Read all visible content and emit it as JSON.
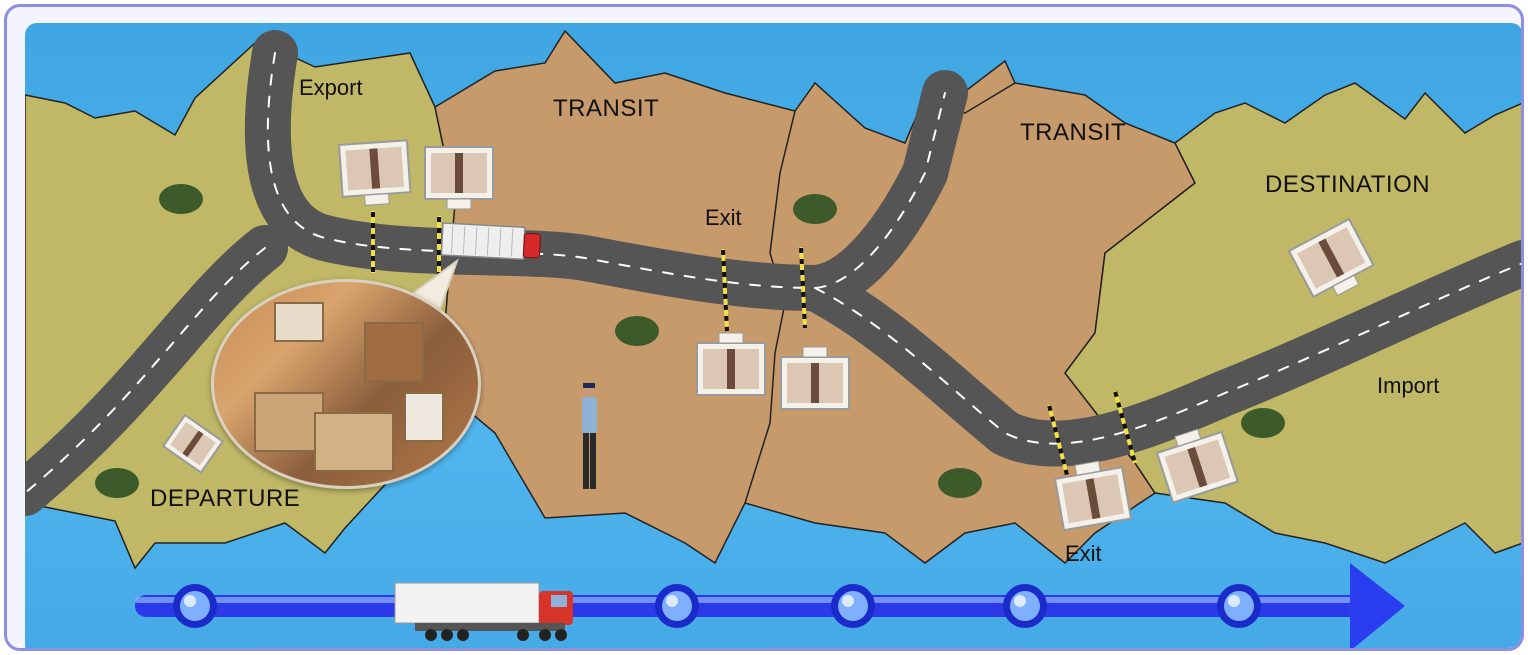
{
  "labels": {
    "export": "Export",
    "transit_left": "TRANSIT",
    "transit_right": "TRANSIT",
    "exit_top": "Exit",
    "exit_bottom": "Exit",
    "destination": "DESTINATION",
    "import": "Import",
    "departure": "DEPARTURE"
  },
  "timeline": {
    "stops": 6,
    "current_stop": 1,
    "colors": {
      "track": "#2b39e8",
      "node": "#5fa0ff",
      "arrow": "#2a3ef0"
    }
  },
  "colors": {
    "water": "#44a9e6",
    "land_green": "#c0b867",
    "land_brown": "#c79a6c",
    "road": "#555555",
    "frame": "#8d8fe0"
  },
  "icons": {
    "truck": "truck-icon",
    "warehouse": "warehouse-icon",
    "customs_officer": "person-icon",
    "barrier": "barrier-gate-icon",
    "tree": "tree-icon",
    "timeline_node": "timeline-node-icon"
  }
}
